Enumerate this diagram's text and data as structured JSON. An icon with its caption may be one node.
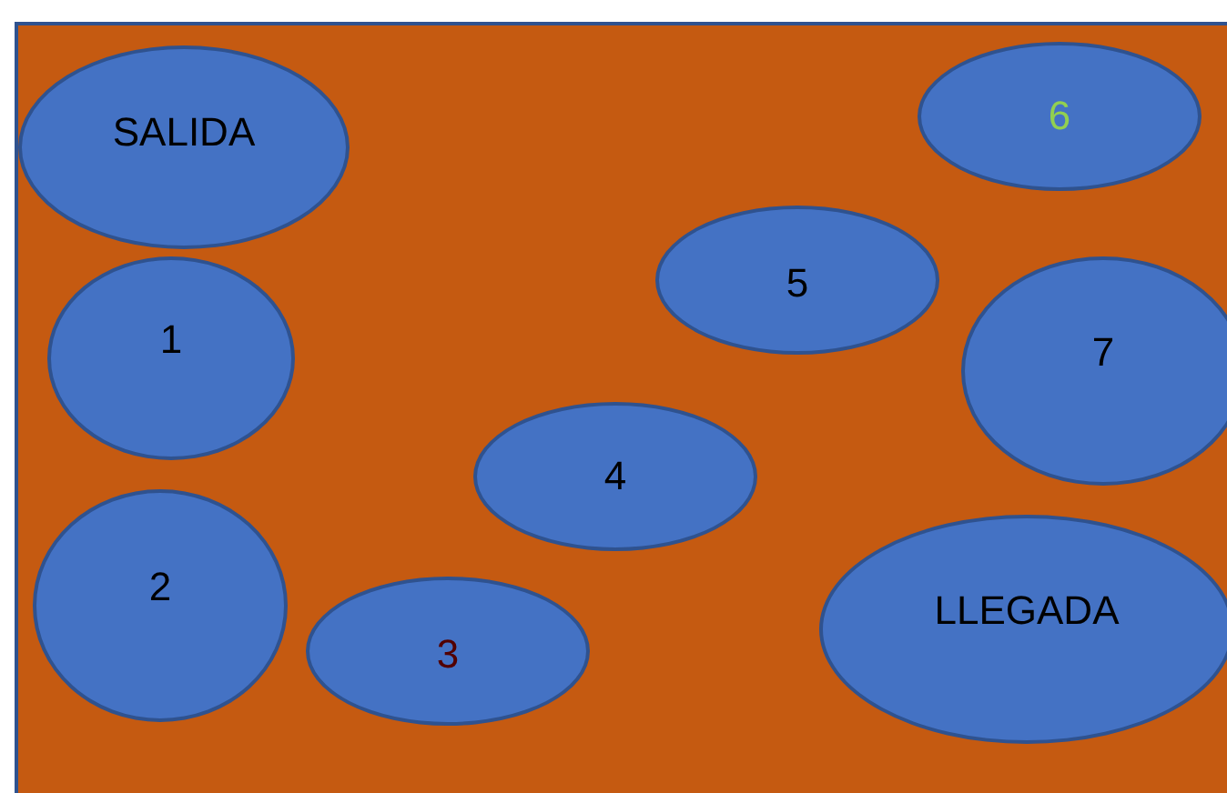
{
  "diagram": {
    "nodes": [
      {
        "text": [
          "SALIDA"
        ]
      },
      {
        "text": [
          "1"
        ]
      },
      {
        "text": [
          "2"
        ]
      },
      {
        "text": [
          "3"
        ]
      },
      {
        "text": [
          "4"
        ]
      },
      {
        "text": [
          "5"
        ]
      },
      {
        "text": [
          "6"
        ]
      },
      {
        "text": [
          "7"
        ]
      },
      {
        "text": [
          "LLEGADA"
        ]
      }
    ],
    "edges": []
  }
}
